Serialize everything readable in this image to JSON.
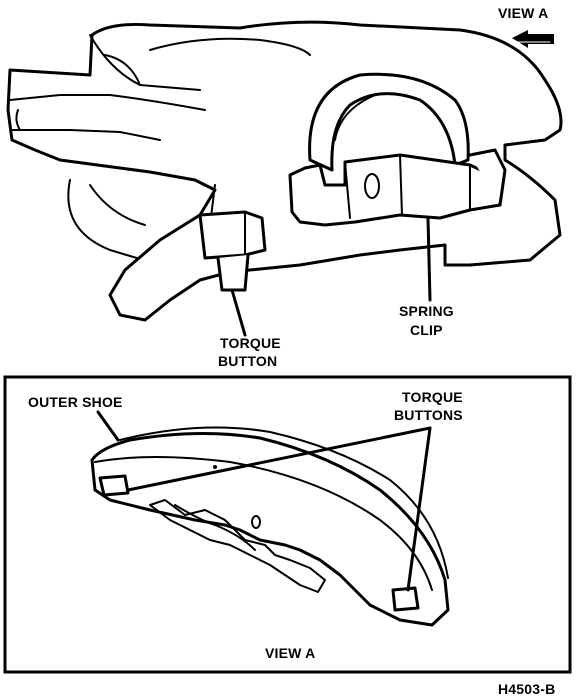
{
  "labels": {
    "view_a_top": "VIEW A",
    "torque_button_line1": "TORQUE",
    "torque_button_line2": "BUTTON",
    "spring_clip_line1": "SPRING",
    "spring_clip_line2": "CLIP",
    "outer_shoe": "OUTER SHOE",
    "torque_buttons_line1": "TORQUE",
    "torque_buttons_line2": "BUTTONS",
    "view_a_bottom": "VIEW A",
    "figure_code": "H4503-B"
  },
  "icons": {
    "view_arrow": "arrow-left-icon"
  },
  "colors": {
    "line": "#000000",
    "background": "#ffffff"
  }
}
